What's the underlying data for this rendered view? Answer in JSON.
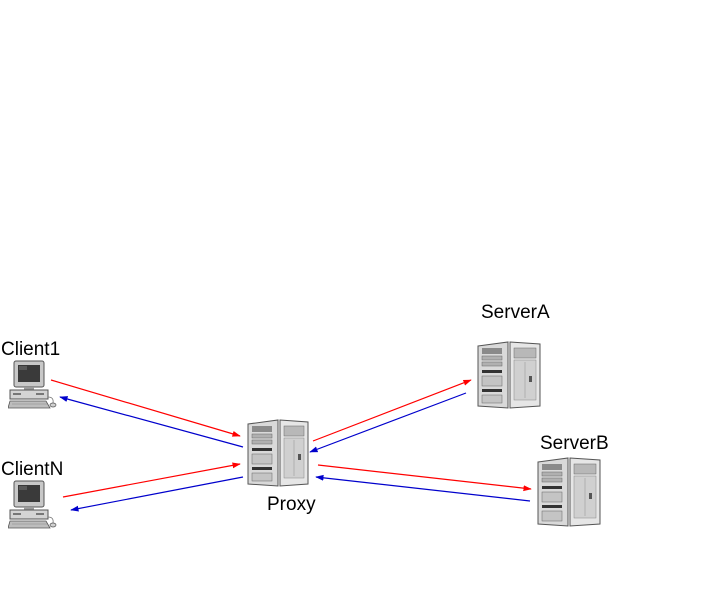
{
  "nodes": {
    "client1": {
      "label": "Client1"
    },
    "clientn": {
      "label": "ClientN"
    },
    "proxy": {
      "label": "Proxy"
    },
    "servera": {
      "label": "ServerA"
    },
    "serverb": {
      "label": "ServerB"
    }
  },
  "colors": {
    "request_arrow": "#ff0000",
    "response_arrow": "#0000cc",
    "label_text": "#000000",
    "background": "#ffffff"
  },
  "edges": [
    {
      "from": "Client1",
      "to": "Proxy",
      "color": "request"
    },
    {
      "from": "Proxy",
      "to": "Client1",
      "color": "response"
    },
    {
      "from": "ClientN",
      "to": "Proxy",
      "color": "request"
    },
    {
      "from": "Proxy",
      "to": "ClientN",
      "color": "response"
    },
    {
      "from": "Proxy",
      "to": "ServerA",
      "color": "request"
    },
    {
      "from": "ServerA",
      "to": "Proxy",
      "color": "response"
    },
    {
      "from": "Proxy",
      "to": "ServerB",
      "color": "request"
    },
    {
      "from": "ServerB",
      "to": "Proxy",
      "color": "response"
    }
  ]
}
